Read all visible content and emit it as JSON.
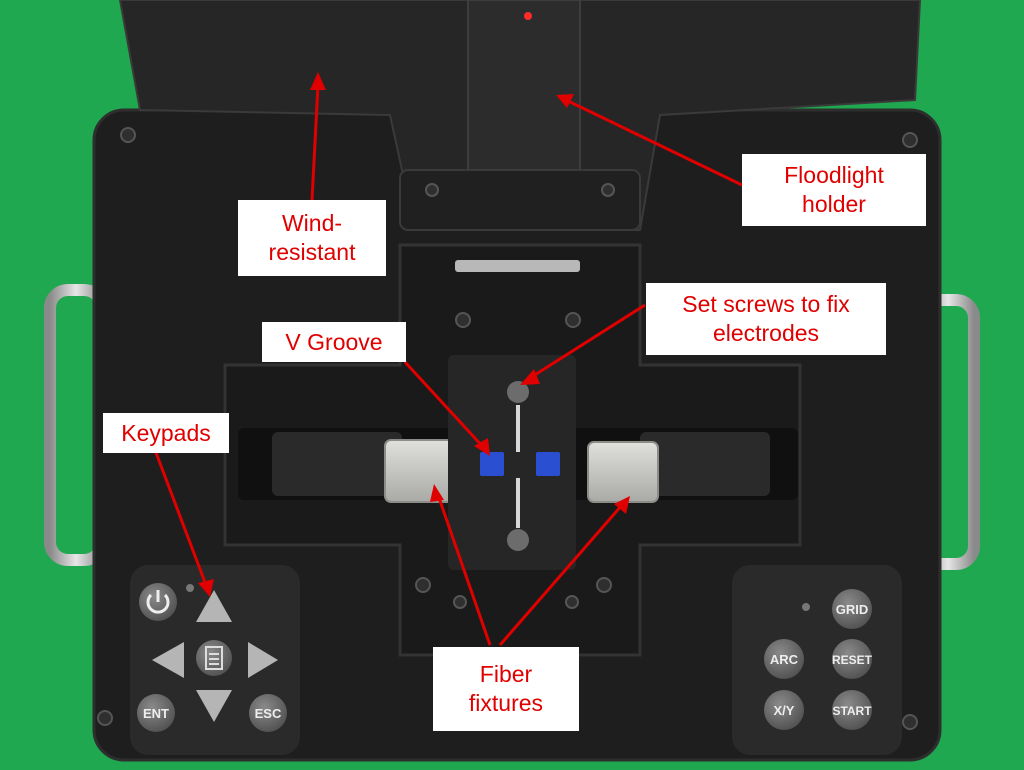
{
  "labels": {
    "floodlight": [
      "Floodlight",
      "holder"
    ],
    "wind": [
      "Wind-",
      "resistant"
    ],
    "set_screws": [
      "Set screws to fix",
      "electrodes"
    ],
    "v_groove": "V Groove",
    "keypads": "Keypads",
    "fiber": [
      "Fiber",
      "fixtures"
    ]
  },
  "keys": {
    "ent": "ENT",
    "esc": "ESC",
    "grid": "GRID",
    "arc": "ARC",
    "reset": "RESET",
    "xy": "X/Y",
    "start": "START"
  },
  "icons": [
    "power-icon",
    "arrow-up-icon",
    "arrow-down-icon",
    "arrow-left-icon",
    "arrow-right-icon",
    "menu-icon"
  ],
  "colors": {
    "background": "#1fa84f",
    "device": "#1e1e1e",
    "annotation": "#e00000",
    "blue_block": "#2b4fd1",
    "key": "#6a6a6a"
  }
}
